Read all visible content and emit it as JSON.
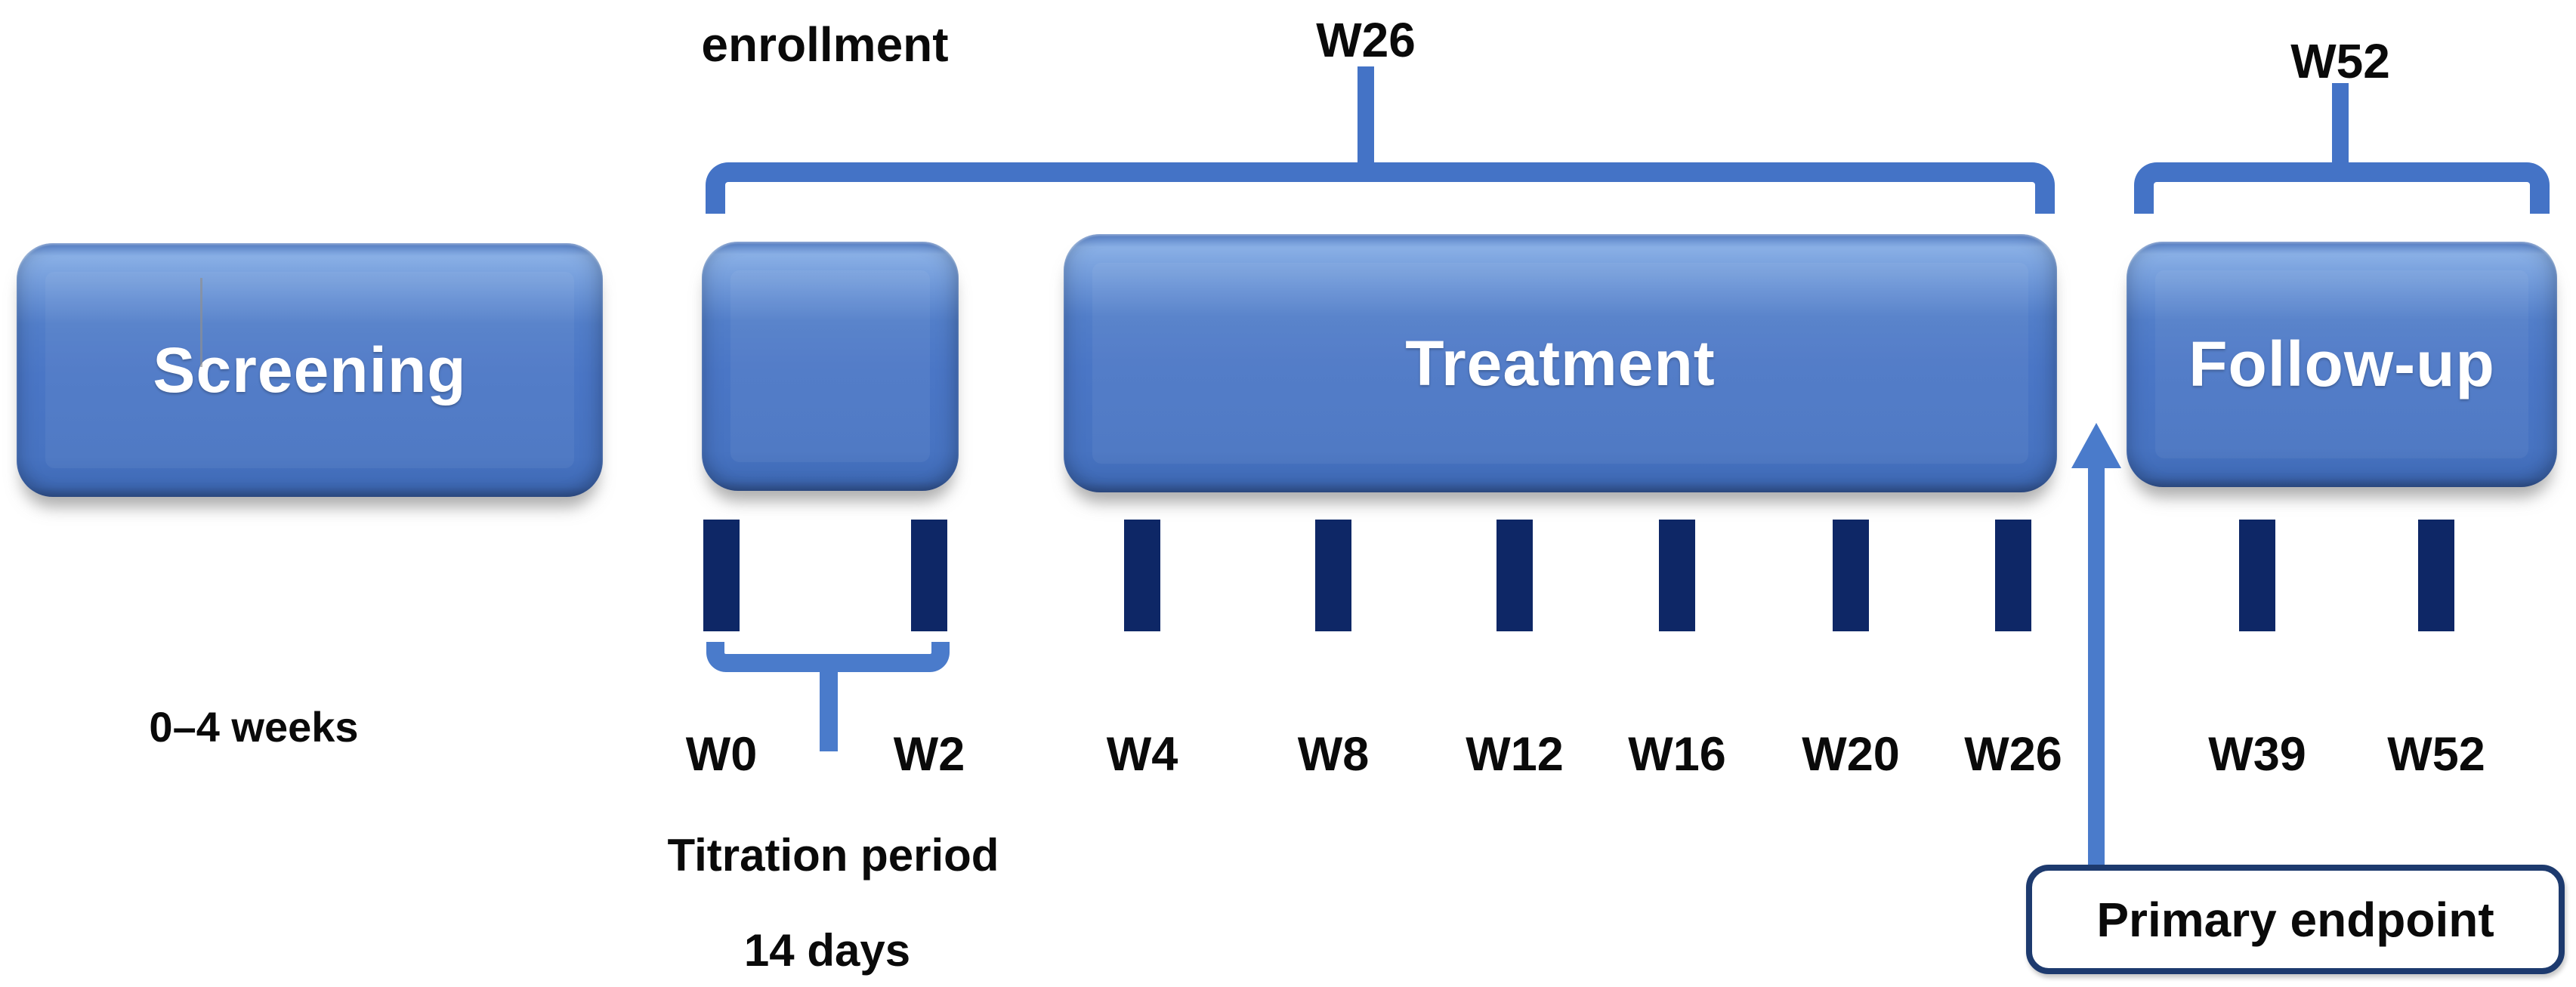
{
  "top_labels": {
    "enrollment": "enrollment",
    "w26": "W26",
    "w52": "W52"
  },
  "phases": {
    "screening": {
      "label": "Screening"
    },
    "titration": {
      "label": ""
    },
    "treatment": {
      "label": "Treatment"
    },
    "followup": {
      "label": "Follow-up"
    }
  },
  "timeline": {
    "weeks": [
      "W0",
      "W2",
      "W4",
      "W8",
      "W12",
      "W16",
      "W20",
      "W26",
      "W39",
      "W52"
    ]
  },
  "annotations": {
    "screening_duration": "0–4 weeks",
    "titration_label": "Titration period",
    "titration_duration": "14 days",
    "primary_endpoint": "Primary endpoint"
  },
  "colors": {
    "box_blue": "#4a76c6",
    "box_highlight": "#8ab0e6",
    "brace_blue": "#4473c6",
    "arrow_blue": "#4a7bcb",
    "tick_navy": "#0e2766",
    "endpoint_border": "#1d3a6e",
    "text": "#0a0a0a",
    "background": "#ffffff"
  }
}
